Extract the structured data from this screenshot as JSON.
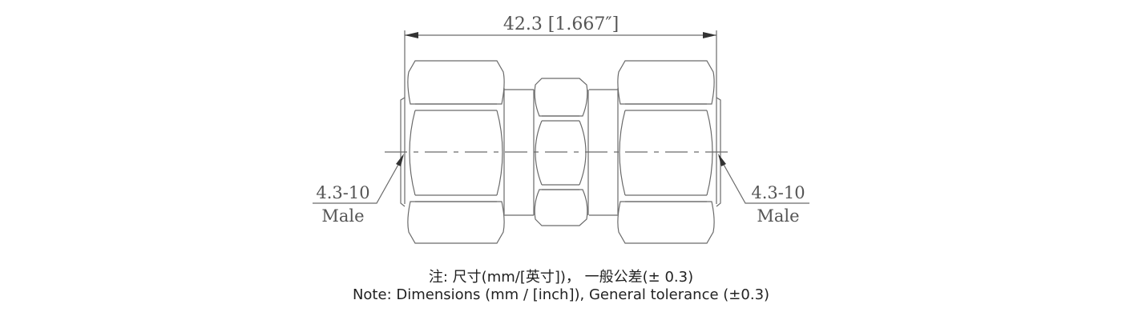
{
  "drawing": {
    "overall_dimension": "42.3 [1.667″]",
    "left_port": {
      "size": "4.3-10",
      "gender": "Male"
    },
    "right_port": {
      "size": "4.3-10",
      "gender": "Male"
    },
    "line_color": "#6a6a6a"
  },
  "notes": {
    "chinese": "注: 尺寸(mm/[英寸])， 一般公差(± 0.3)",
    "english": "Note: Dimensions (mm / [inch]), General tolerance (±0.3)"
  }
}
